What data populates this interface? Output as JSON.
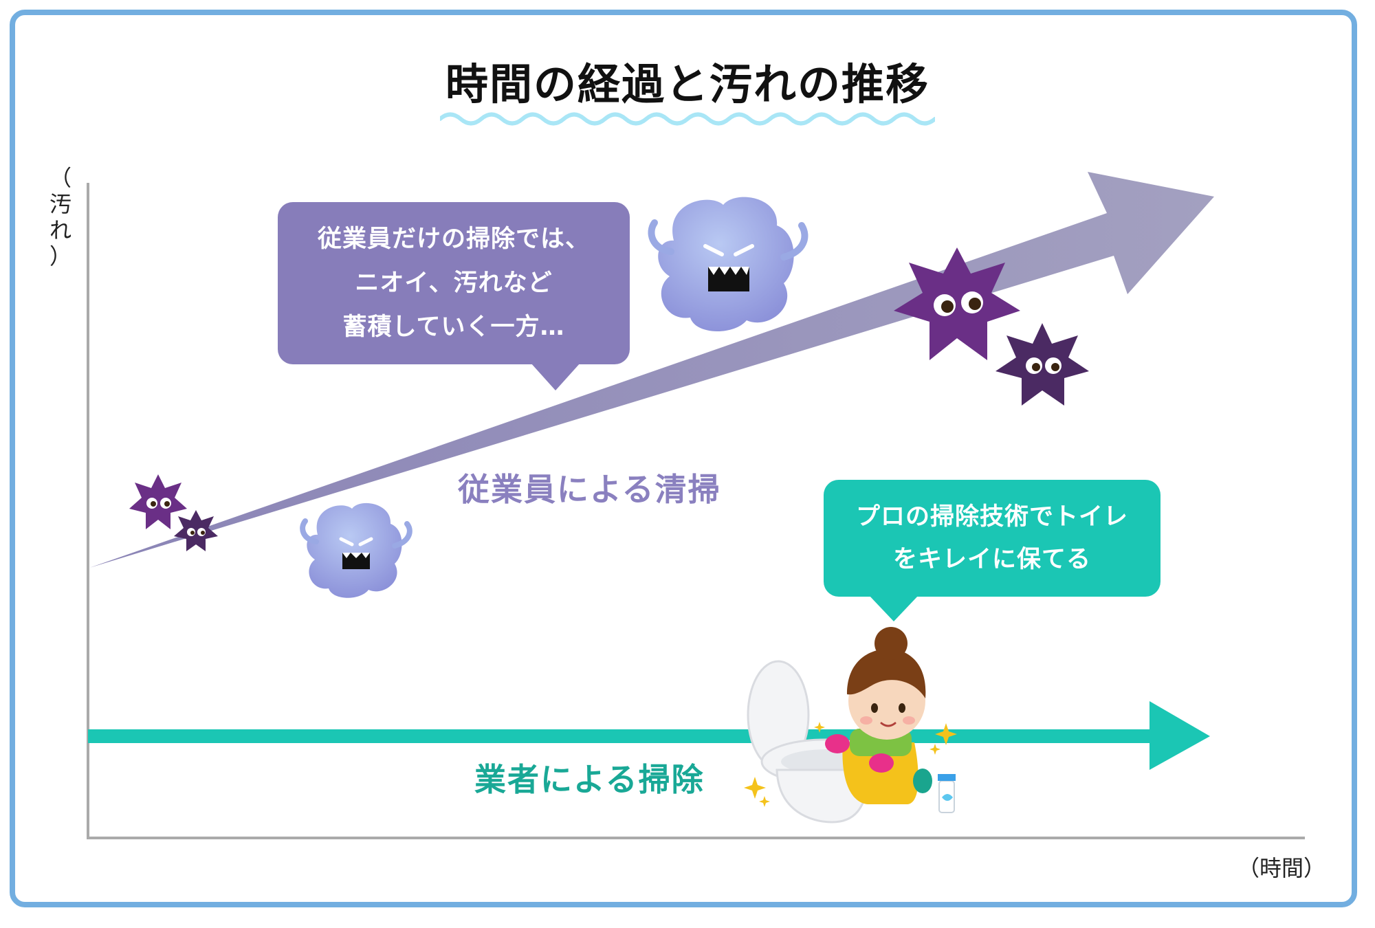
{
  "title": "時間の経過と汚れの推移",
  "axes": {
    "y_label_chars": [
      "（",
      "汚",
      "れ",
      "）"
    ],
    "x_label": "（時間）"
  },
  "series": {
    "employee": {
      "label": "従業員による清掃",
      "color": "#a09cbc",
      "bubble_lines": [
        "従業員だけの掃除では、",
        "ニオイ、汚れなど",
        "蓄積していく一方…"
      ],
      "bubble_color": "#877dba"
    },
    "vendor": {
      "label": "業者による掃除",
      "color": "#1bc6b4",
      "bubble_lines": [
        "プロの掃除技術でトイレ",
        "をキレイに保てる"
      ],
      "bubble_color": "#1bc6b4"
    }
  },
  "colors": {
    "frame": "#72aee0",
    "wave": "#a9e6f6",
    "germ_purple": "#6a2f86",
    "germ_dark": "#4b2a63",
    "cloud_monster": "#9aa9e4"
  },
  "icons": [
    "germ-icon",
    "cloud-monster-icon",
    "cleaner-woman-icon",
    "toilet-icon",
    "spray-bottle-icon",
    "sparkle-icon"
  ]
}
